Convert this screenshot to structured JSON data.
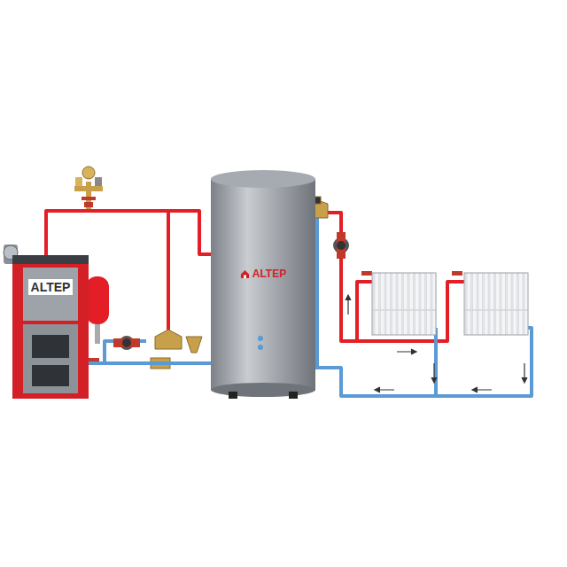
{
  "diagram": {
    "nodes": [
      {
        "text": [
          "ALTEP"
        ]
      },
      {
        "text": [
          "ALTEP"
        ]
      }
    ],
    "edges": [
      {
        "from": 0,
        "to": 1,
        "arrow": "none"
      },
      {
        "from": 0,
        "to": 1,
        "arrow": "none"
      }
    ]
  }
}
